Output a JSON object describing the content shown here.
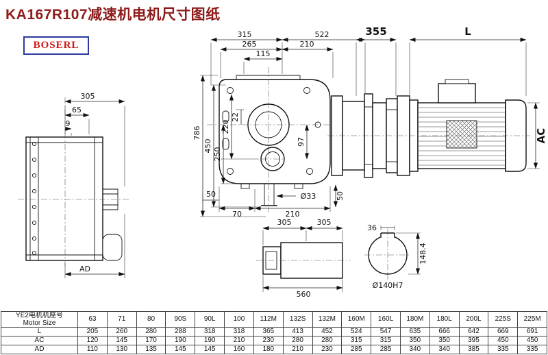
{
  "page": {
    "title": "KA167R107减速机电机尺寸图纸",
    "logo_text": "BOSERL"
  },
  "colors": {
    "title": "#8e1a1a",
    "logo_text": "#d01212",
    "logo_border": "#2b3a9e",
    "line": "#111111"
  },
  "drawing": {
    "dims": {
      "top_315": "315",
      "top_522": "522",
      "top_265": "265",
      "top_210": "210",
      "top_115": "115",
      "gap_355": "355",
      "motor_L": "L",
      "left_22": "22",
      "left_220": "220",
      "left_250": "250",
      "left_450": "450",
      "left_786": "786",
      "inner_97": "97",
      "bottom_50_left": "50",
      "bottom_70": "70",
      "bottom_210": "210",
      "shaft_dia_33": "Ø33",
      "bottom_50_right": "50",
      "side_305": "305",
      "side_65": "65",
      "side_9": "9",
      "side_AD": "AD",
      "shaft_305_a": "305",
      "shaft_305_b": "305",
      "shaft_560": "560",
      "key_36": "36",
      "section_148_4": "148.4",
      "section_bore": "Ø140H7",
      "motor_AC": "AC"
    }
  },
  "table": {
    "header_cn": "YE2电机机座号",
    "header_en": "Motor Size",
    "columns": [
      "63",
      "71",
      "80",
      "90S",
      "90L",
      "100",
      "112M",
      "132S",
      "132M",
      "160M",
      "160L",
      "180M",
      "180L",
      "200L",
      "225S",
      "225M"
    ],
    "rows": [
      {
        "label": "L",
        "values": [
          "205",
          "260",
          "280",
          "288",
          "318",
          "318",
          "365",
          "413",
          "452",
          "524",
          "547",
          "635",
          "666",
          "642",
          "669",
          "691"
        ]
      },
      {
        "label": "AC",
        "values": [
          "120",
          "145",
          "170",
          "190",
          "190",
          "210",
          "230",
          "280",
          "280",
          "315",
          "315",
          "350",
          "350",
          "395",
          "450",
          "450"
        ]
      },
      {
        "label": "AD",
        "values": [
          "110",
          "130",
          "135",
          "145",
          "145",
          "160",
          "180",
          "210",
          "230",
          "285",
          "285",
          "340",
          "340",
          "385",
          "335",
          "335"
        ]
      }
    ]
  }
}
